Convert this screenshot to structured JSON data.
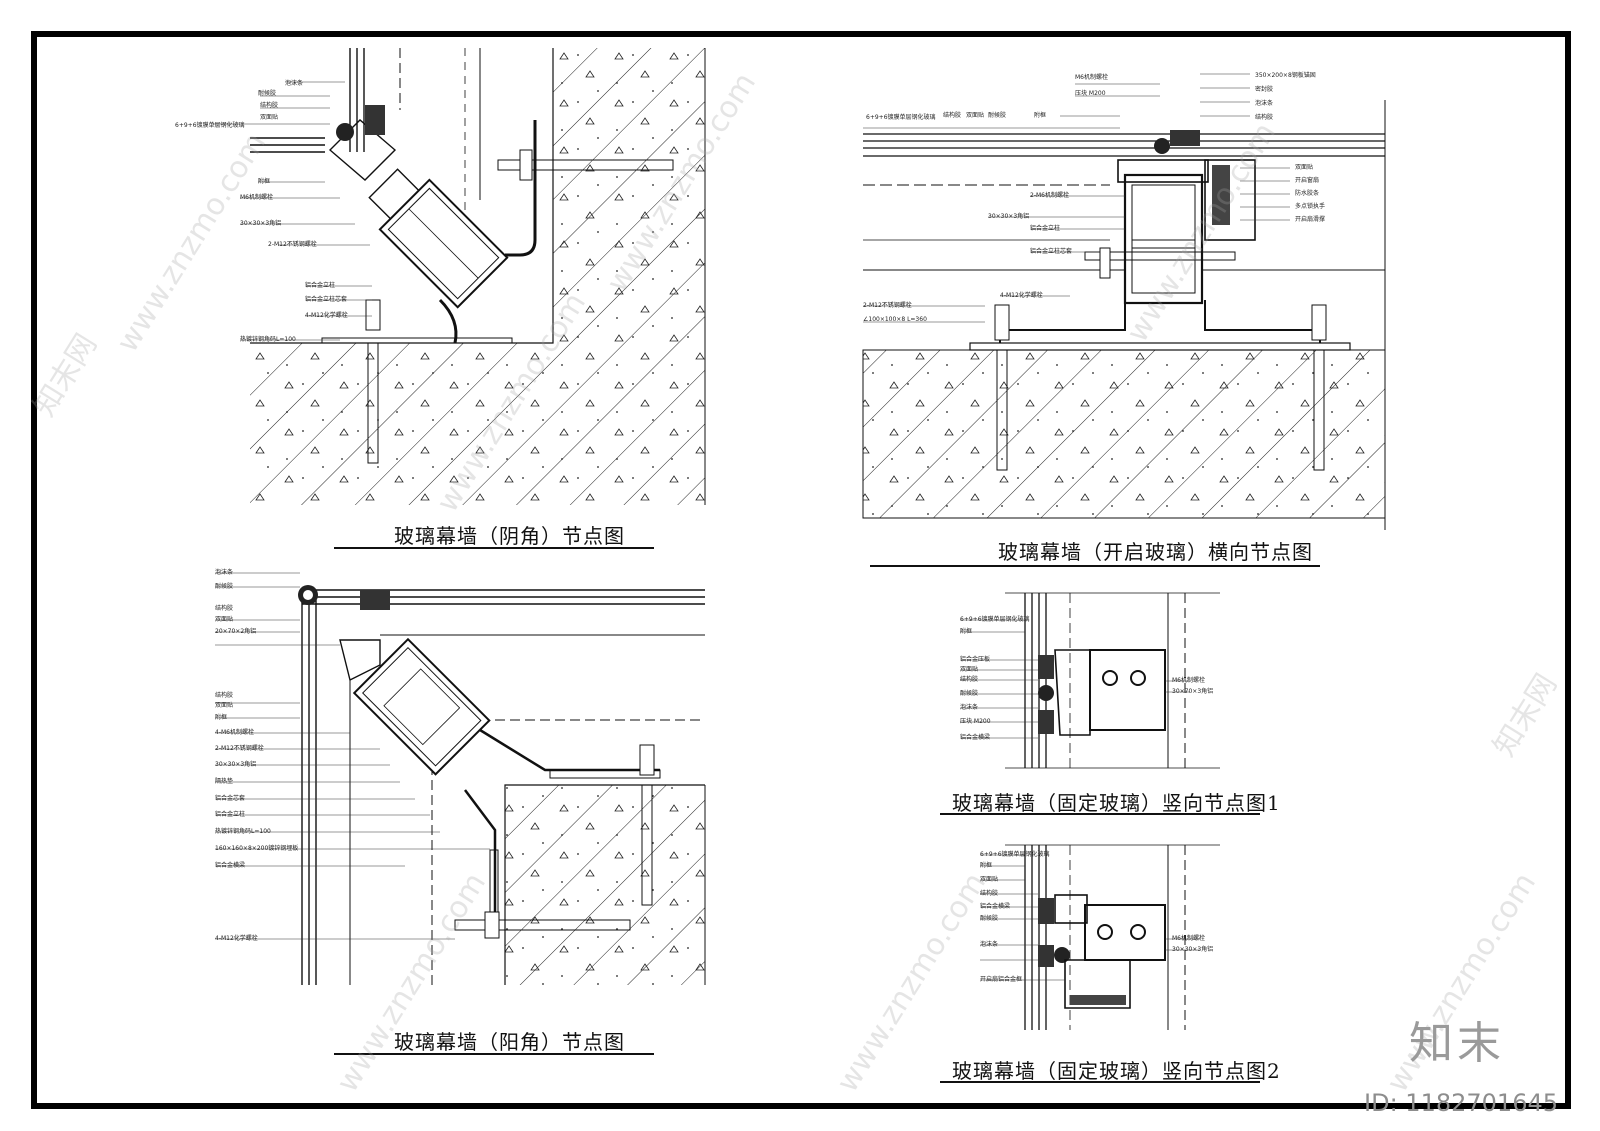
{
  "drawings": {
    "inner_corner": {
      "title": "玻璃幕墙（阴角）节点图",
      "labels": [
        "耐候胶",
        "泡沫条",
        "结构胶",
        "双面贴",
        "6+9+6镀膜单层钢化玻璃",
        "附框",
        "M6机制螺栓",
        "30×30×3角铝",
        "2-M12不锈钢螺栓",
        "铝合金立柱",
        "铝合金立柱芯套",
        "4-M12化学螺栓",
        "热镀锌钢角码L=100"
      ]
    },
    "outer_corner": {
      "title": "玻璃幕墙（阳角）节点图",
      "labels": [
        "泡沫条",
        "耐候胶",
        "结构胶",
        "双面贴",
        "20×70×2角铝",
        "结构胶",
        "双面贴",
        "附框",
        "4-M6机制螺栓",
        "2-M12不锈钢螺栓",
        "30×30×3角铝",
        "隔热垫",
        "铝合金芯套",
        "铝合金立柱",
        "热镀锌钢角码L=100",
        "160×160×8×200镀锌钢埋板",
        "铝合金横梁",
        "4-M12化学螺栓"
      ]
    },
    "horizontal_opening": {
      "title": "玻璃幕墙（开启玻璃）横向节点图",
      "labels": [
        "6+9+6镀膜单层钢化玻璃",
        "结构胶",
        "双面贴",
        "耐候胶",
        "M6机制螺栓",
        "压块 M200",
        "附框",
        "2-M6机制螺栓",
        "30×30×3角铝",
        "铝合金立柱",
        "铝合金立柱芯套",
        "2-M12不锈钢螺栓",
        "4-M12化学螺栓",
        "∠100×100×8 L=360",
        "350×200×8钢板锚固",
        "密封胶",
        "泡沫条",
        "结构胶",
        "双面贴",
        "开启窗扇",
        "防水胶条",
        "多点锁执手",
        "开启扇滑撑"
      ]
    },
    "vertical_fixed_1": {
      "title": "玻璃幕墙（固定玻璃）竖向节点图1",
      "labels": [
        "6+9+6镀膜单层钢化玻璃",
        "附框",
        "铝合金压板",
        "双面贴",
        "结构胶",
        "耐候胶",
        "泡沫条",
        "压块 M200",
        "铝合金横梁",
        "M6机制螺栓",
        "30×70×3角铝"
      ]
    },
    "vertical_fixed_2": {
      "title": "玻璃幕墙（固定玻璃）竖向节点图2",
      "labels": [
        "6+9+6镀膜单层钢化玻璃",
        "附框",
        "双面贴",
        "结构胶",
        "铝合金横梁",
        "耐候胶",
        "泡沫条",
        "开启扇铝合金框",
        "M6机制螺栓",
        "30×30×3角铝"
      ]
    }
  },
  "watermark": {
    "brand": "知末",
    "site": "www.znzmo.com",
    "cn_site": "知末网",
    "id_label": "ID: 1182701645"
  }
}
